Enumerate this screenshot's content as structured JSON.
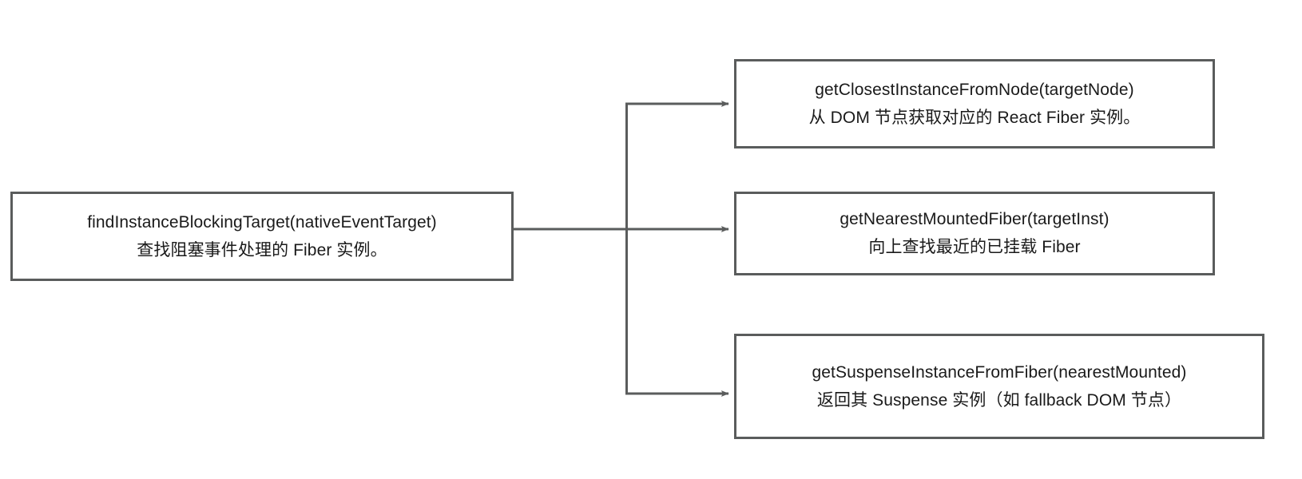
{
  "diagram": {
    "title": "findInstanceBlockingTarget call flow",
    "stroke_color": "#5a5c5c",
    "text_color": "#1a1a1a",
    "background_color": "#ffffff",
    "nodes": {
      "source": {
        "line1": "findInstanceBlockingTarget(nativeEventTarget)",
        "line2": "查找阻塞事件处理的 Fiber 实例。"
      },
      "closest": {
        "line1": "getClosestInstanceFromNode(targetNode)",
        "line2": "从 DOM 节点获取对应的 React Fiber 实例。"
      },
      "nearest": {
        "line1": "getNearestMountedFiber(targetInst)",
        "line2": "向上查找最近的已挂载 Fiber"
      },
      "suspense": {
        "line1": "getSuspenseInstanceFromFiber(nearestMounted)",
        "line2": "返回其 Suspense 实例（如 fallback DOM 节点）"
      }
    },
    "edges": [
      {
        "name": "source-to-closest",
        "from": "source",
        "to": "closest"
      },
      {
        "name": "source-to-nearest",
        "from": "source",
        "to": "nearest"
      },
      {
        "name": "source-to-suspense",
        "from": "source",
        "to": "suspense"
      }
    ]
  }
}
